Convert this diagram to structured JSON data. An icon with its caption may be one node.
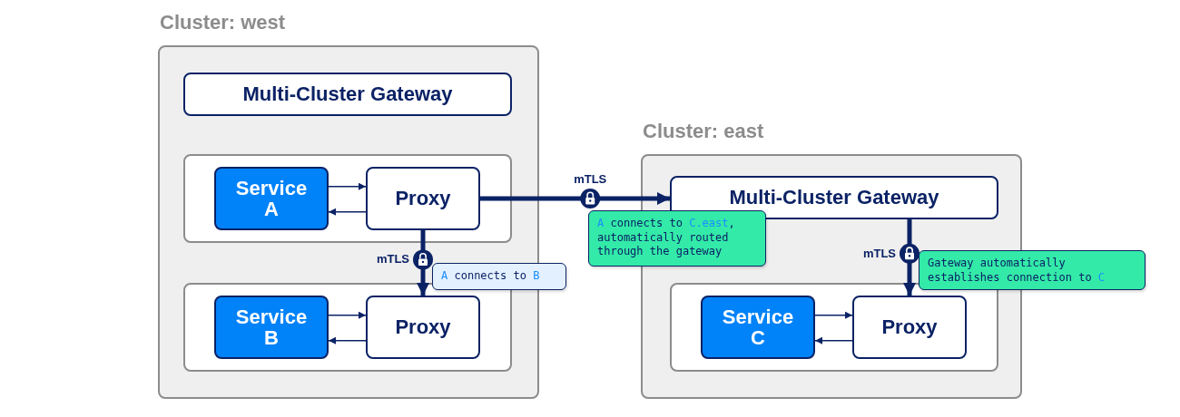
{
  "diagram": {
    "nodes": [
      {
        "text": [
          "Cluster: west"
        ]
      },
      {
        "text": [
          "Multi-Cluster Gateway"
        ],
        "in": 0
      },
      {
        "text": [],
        "shape": "box",
        "in": 0
      },
      {
        "text": [
          "Service A"
        ],
        "in": 2
      },
      {
        "text": [
          "Proxy"
        ],
        "in": 2
      },
      {
        "text": [],
        "shape": "box",
        "in": 0
      },
      {
        "text": [
          "Service B"
        ],
        "in": 5
      },
      {
        "text": [
          "Proxy"
        ],
        "in": 5
      },
      {
        "text": [
          "Cluster: east"
        ]
      },
      {
        "text": [
          "Multi-Cluster Gateway"
        ],
        "in": 8
      },
      {
        "text": [],
        "shape": "box",
        "in": 8
      },
      {
        "text": [
          "Service C"
        ],
        "in": 10
      },
      {
        "text": [
          "Proxy"
        ],
        "in": 10
      },
      {
        "text": [
          "**A** connects to **B**"
        ]
      },
      {
        "text": [
          "**A** connects to **C.east**, automatically routed through the gateway"
        ]
      },
      {
        "text": [
          "Gateway automatically establishes connection to **C**"
        ]
      }
    ],
    "edges": [
      {
        "from": 3,
        "to": 4,
        "arrow": "to"
      },
      {
        "from": 4,
        "to": 3,
        "arrow": "to"
      },
      {
        "from": 6,
        "to": 7,
        "arrow": "to"
      },
      {
        "from": 7,
        "to": 6,
        "arrow": "to"
      },
      {
        "from": 11,
        "to": 12,
        "arrow": "to"
      },
      {
        "from": 12,
        "to": 11,
        "arrow": "to"
      },
      {
        "from": 4,
        "to": 7,
        "arrow": "to",
        "label": "mTLS",
        "style": "thick"
      },
      {
        "from": 4,
        "to": 9,
        "arrow": "to",
        "label": "mTLS",
        "style": "thick"
      },
      {
        "from": 9,
        "to": 12,
        "arrow": "to",
        "label": "mTLS",
        "style": "thick"
      }
    ]
  }
}
